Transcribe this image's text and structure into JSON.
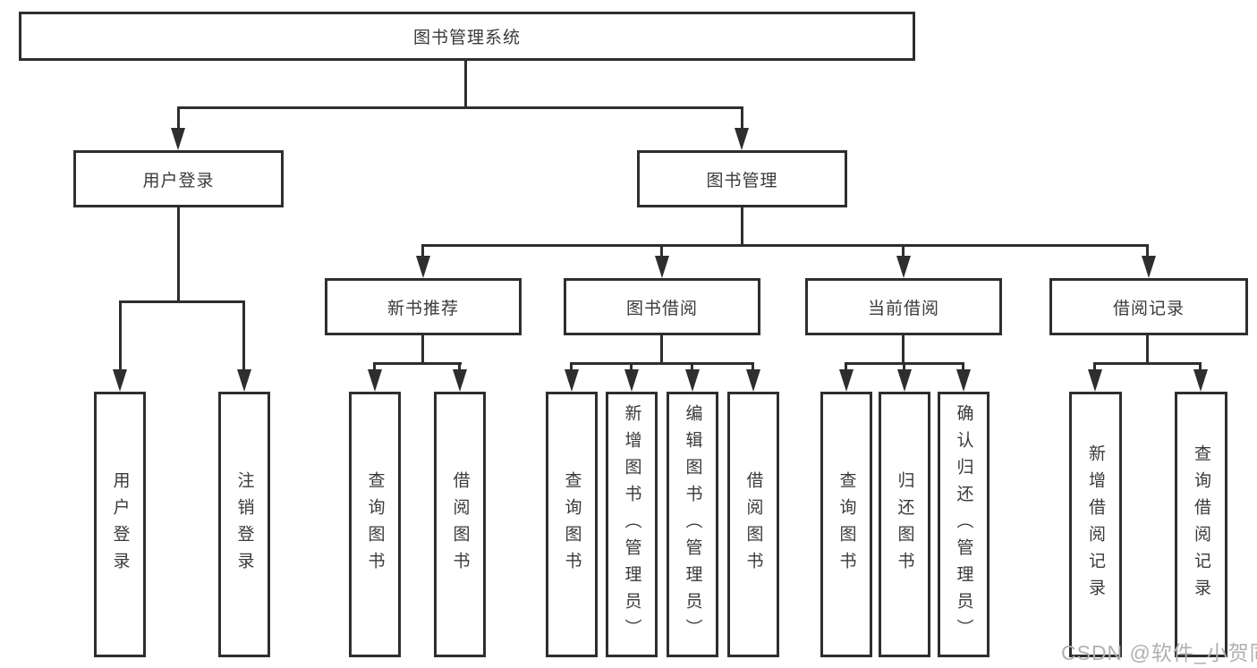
{
  "tree": {
    "root": "图书管理系统",
    "level2": [
      "用户登录",
      "图书管理"
    ],
    "level3": [
      "新书推荐",
      "图书借阅",
      "当前借阅",
      "借阅记录"
    ],
    "leaves_user_login": [
      "用户登录",
      "注销登录"
    ],
    "leaves_new_book": [
      "查询图书",
      "借阅图书"
    ],
    "leaves_book_borrow": [
      "查询图书",
      "新增图书（管理员）",
      "编辑图书（管理员）",
      "借阅图书"
    ],
    "leaves_current_borrow": [
      "查询图书",
      "归还图书",
      "确认归还（管理员）"
    ],
    "leaves_borrow_records": [
      "新增借阅记录",
      "查询借阅记录"
    ]
  },
  "watermark": "CSDN @软件_小贺同学",
  "colors": {
    "line": "#2e2e2e",
    "text": "#3a3a3a",
    "watermark": "#b0b0b0",
    "background": "#ffffff"
  }
}
